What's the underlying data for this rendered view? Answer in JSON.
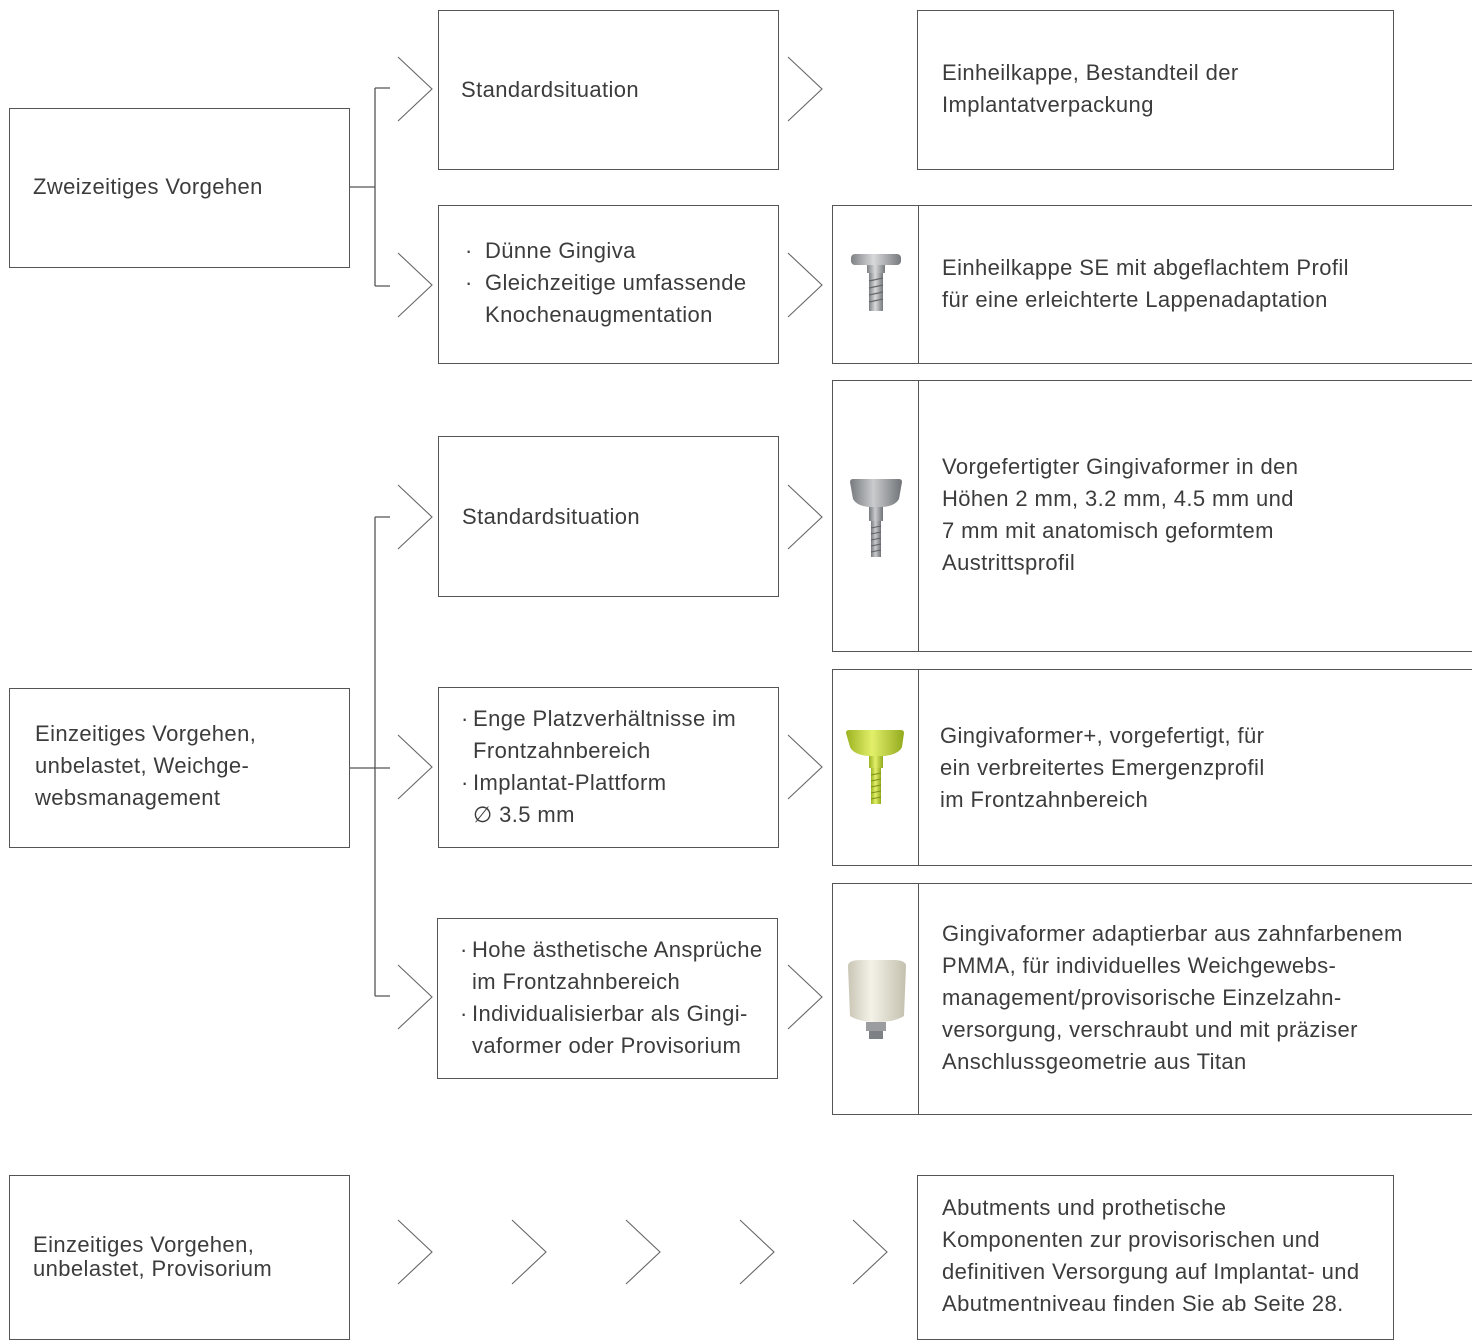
{
  "sections": {
    "two_stage": {
      "title": "Zweizeitiges Vorgehen",
      "standard_situation": "Standardsituation",
      "standard_result": "Einheilkappe, Bestandteil der\nImplantatverpackung",
      "thin_gingiva_items": [
        "Dünne Gingiva",
        "Gleichzeitige umfassende\nKnochenaugmentation"
      ],
      "thin_gingiva_result": "Einheilkappe SE mit abgeflachtem Profil\nfür eine erleichterte Lappenadaptation",
      "thin_gingiva_icon": "healing-cap-se-icon"
    },
    "single_stage_soft_tissue": {
      "title": "Einzeitiges Vorgehen,\nunbelastet, Weichge-\nwebsmanagement",
      "standard_situation": "Standardsituation",
      "standard_result": "Vorgefertigter Gingivaformer in den\nHöhen 2 mm, 3.2 mm, 4.5 mm und\n7 mm mit anatomisch geformtem\nAustrittsprofil",
      "standard_icon": "gingiva-former-icon",
      "narrow_items": [
        "Enge Platzverhältnisse im\nFrontzahnbereich",
        "Implantat-Plattform\n∅ 3.5 mm"
      ],
      "narrow_result": "Gingivaformer+, vorgefertigt, für\nein verbreitertes Emergenzprofil\nim Frontzahnbereich",
      "narrow_icon": "gingiva-former-plus-icon",
      "narrow_icon_color": "#c8dc3c",
      "aesthetic_items": [
        "Hohe ästhetische Ansprüche\nim Frontzahnbereich",
        "Individualisierbar als Gingi-\nvaformer oder Provisorium"
      ],
      "aesthetic_result": "Gingivaformer adaptierbar aus zahnfarbenem\nPMMA, für individuelles Weichgewebs-\nmanagement/provisorische Einzelzahn-\nversorgung, verschraubt und mit präziser\nAnschlussgeometrie aus Titan",
      "aesthetic_icon": "pmma-gingiva-former-icon"
    },
    "single_stage_provisional": {
      "title": "Einzeitiges Vorgehen,\nunbelastet, Provisorium",
      "result": "Abutments und prothetische\nKomponenten zur provisorischen und\ndefinitiven Versorgung auf Implantat- und\nAbutmentniveau finden Sie ab Seite 28."
    }
  },
  "colors": {
    "line": "#555555",
    "text": "#3c3c3c",
    "metal": "#a9abad",
    "pmma": "#e9e6d8"
  }
}
